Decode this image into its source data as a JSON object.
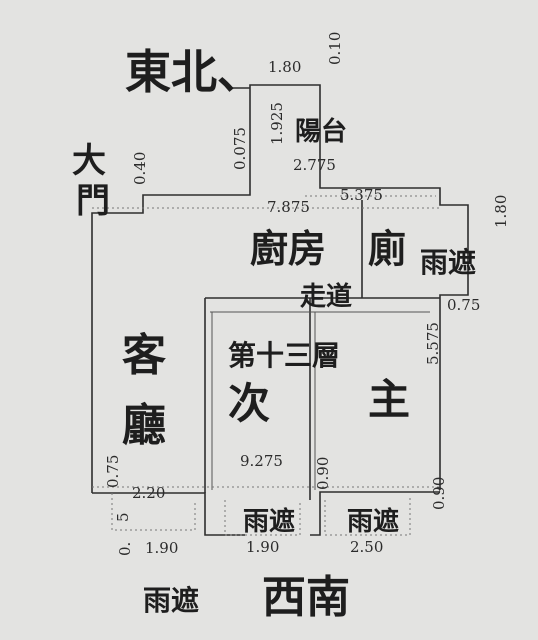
{
  "compass": {
    "east_north": "東北、",
    "southwest": "西南"
  },
  "labels": {
    "entrance": "大門",
    "balcony": "陽台",
    "kitchen": "廚房",
    "toilet": "廁",
    "canopy_right": "雨遮",
    "aisle": "走道",
    "floor": "第十三層",
    "living": "客廳",
    "second_bedroom": "次",
    "master_bedroom": "主",
    "canopy_mid1": "雨遮",
    "canopy_mid2": "雨遮",
    "canopy_bottom": "雨遮"
  },
  "dimensions": {
    "top_180": "1.80",
    "top_010": "0.10",
    "d_1925": "1.925",
    "d_0075": "0.075",
    "d_0040": "0.40",
    "d_2775": "2.775",
    "d_5375": "5.375",
    "d_7875": "7.875",
    "right_180": "1.80",
    "d_075_right": "0.75",
    "d_5575": "5.575",
    "d_9275": "9.275",
    "d_075_left": "0.75",
    "d_220": "2.20",
    "d_5": "5",
    "d_190_a": "1.90",
    "d_0_a": "0.",
    "d_190_b": "1.90",
    "d_250": "2.50",
    "d_090_a": "0.90",
    "d_090_b": "0.90"
  }
}
